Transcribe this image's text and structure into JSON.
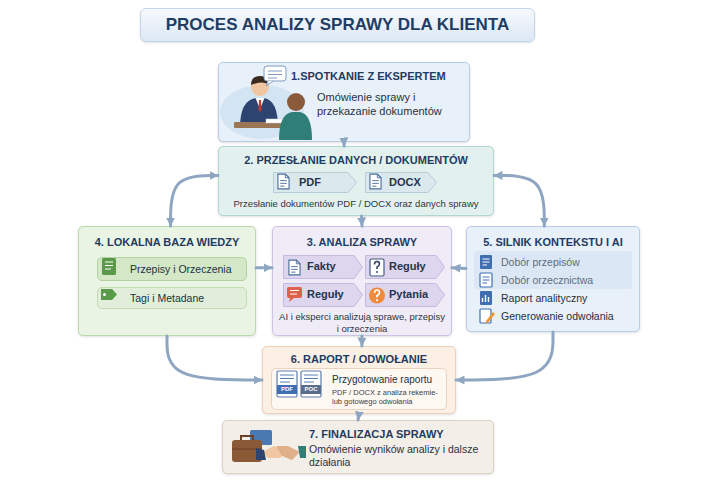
{
  "diagram": {
    "title": "PROCES ANALIZY SPRAWY DLA KLIENTA",
    "nodes": [
      {
        "text": [
          "1.SPOTKANIE Z EKSPERTEM",
          "Omówienie sprawy i przekazanie dokumentów"
        ]
      },
      {
        "text": [
          "2. PRZESŁANIE DANYCH / DOKUMENTÓW",
          "Przesłanie dokumentów PDF / DOCX oraz danych sprawy"
        ]
      },
      {
        "text": [
          "PDF"
        ],
        "in": 1
      },
      {
        "text": [
          "DOCX"
        ],
        "in": 1
      },
      {
        "text": [
          "4. LOKALNA BAZA WIEDZY"
        ]
      },
      {
        "text": [
          "Przepisy i Orzeczenia"
        ],
        "in": 4
      },
      {
        "text": [
          "Tagi i Metadane"
        ],
        "in": 4
      },
      {
        "text": [
          "3. ANALIZA SPRAWY",
          "AI i eksperci analizują sprawe, przepisy i orzeczenia"
        ]
      },
      {
        "text": [
          "Fakty"
        ],
        "in": 7
      },
      {
        "text": [
          "Reguły"
        ],
        "in": 7
      },
      {
        "text": [
          "Reguły"
        ],
        "in": 7
      },
      {
        "text": [
          "Pytania"
        ],
        "in": 7
      },
      {
        "text": [
          "5. SILNIK KONTEKSTU I AI",
          "Dobór przepisów",
          "Dobór orzecznictwa",
          "Raport analityczny",
          "Generowanie odwołania"
        ]
      },
      {
        "text": [
          "6. RAPORT / ODWOŁANIE"
        ]
      },
      {
        "text": [
          "Przygotowanie raportu",
          "PDF / DOCX z analiza rekemie- lub gotowego odwołania"
        ],
        "in": 13
      },
      {
        "text": [
          "7. FINALIZACJA SPRAWY",
          "Omówienie wyników analizy i dalsze działania"
        ]
      }
    ],
    "edges": [
      {
        "from": 0,
        "to": 1,
        "arrow": "to"
      },
      {
        "from": 1,
        "to": 4,
        "arrow": "both"
      },
      {
        "from": 1,
        "to": 12,
        "arrow": "both"
      },
      {
        "from": 1,
        "to": 7,
        "arrow": "to"
      },
      {
        "from": 4,
        "to": 7,
        "arrow": "to"
      },
      {
        "from": 12,
        "to": 7,
        "arrow": "to"
      },
      {
        "from": 7,
        "to": 13,
        "arrow": "to"
      },
      {
        "from": 4,
        "to": 13,
        "arrow": "to"
      },
      {
        "from": 12,
        "to": 13,
        "arrow": "to"
      },
      {
        "from": 13,
        "to": 15,
        "arrow": "to"
      }
    ],
    "labels": [
      "PDF",
      "POC"
    ]
  }
}
